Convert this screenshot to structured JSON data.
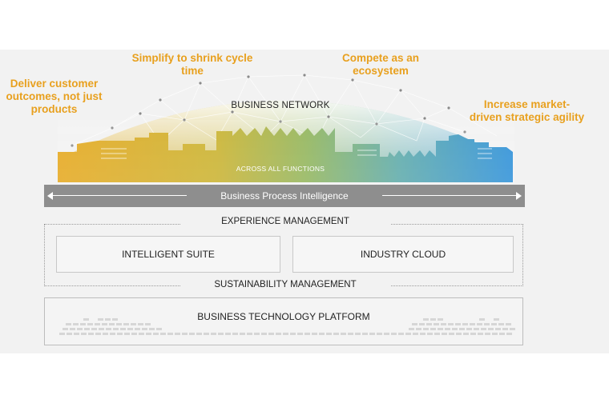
{
  "goals": {
    "customer_outcomes": "Deliver customer outcomes, not just products",
    "shrink_cycle": "Simplify to shrink cycle time",
    "ecosystem": "Compete as an ecosystem",
    "market_agility": "Increase market-driven strategic agility"
  },
  "network": {
    "business_network": "BUSINESS NETWORK",
    "across_functions": "ACROSS ALL FUNCTIONS"
  },
  "process_bar": {
    "label": "Business Process Intelligence"
  },
  "experience": {
    "top_label": "EXPERIENCE MANAGEMENT",
    "bottom_label": "SUSTAINABILITY MANAGEMENT",
    "intelligent_suite": "INTELLIGENT SUITE",
    "industry_cloud": "INDUSTRY CLOUD"
  },
  "platform": {
    "label": "BUSINESS TECHNOLOGY PLATFORM"
  },
  "colors": {
    "accent_orange": "#e8a01e",
    "bar_gray": "#8e8e8e",
    "skyline_left": "#e3a51c",
    "skyline_mid": "#a6b84a",
    "skyline_right": "#2b8fd6"
  }
}
